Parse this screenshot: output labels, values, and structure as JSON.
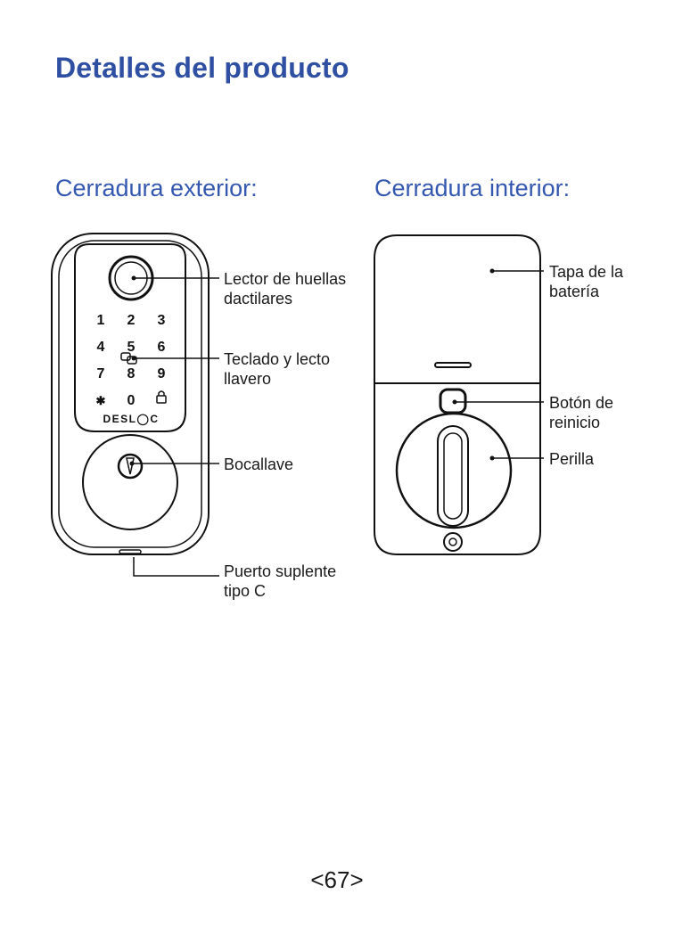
{
  "title": "Detalles del producto",
  "exterior": {
    "heading": "Cerradura exterior:",
    "keypad": [
      "1",
      "2",
      "3",
      "4",
      "5",
      "6",
      "7",
      "8",
      "9",
      "✱",
      "0"
    ],
    "brand": "DESL◯C",
    "labels": {
      "fingerprint": [
        "Lector de huellas",
        "dactilares"
      ],
      "keypad": [
        "Teclado y lecto",
        "llavero"
      ],
      "keyhole": [
        "Bocallave"
      ],
      "usb": [
        "Puerto suplente",
        "tipo C"
      ]
    }
  },
  "interior": {
    "heading": "Cerradura interior:",
    "labels": {
      "battery": [
        "Tapa de la",
        "batería"
      ],
      "reset": [
        "Botón de",
        "reinicio"
      ],
      "knob": [
        "Perilla"
      ]
    }
  },
  "page_number": "<67>"
}
